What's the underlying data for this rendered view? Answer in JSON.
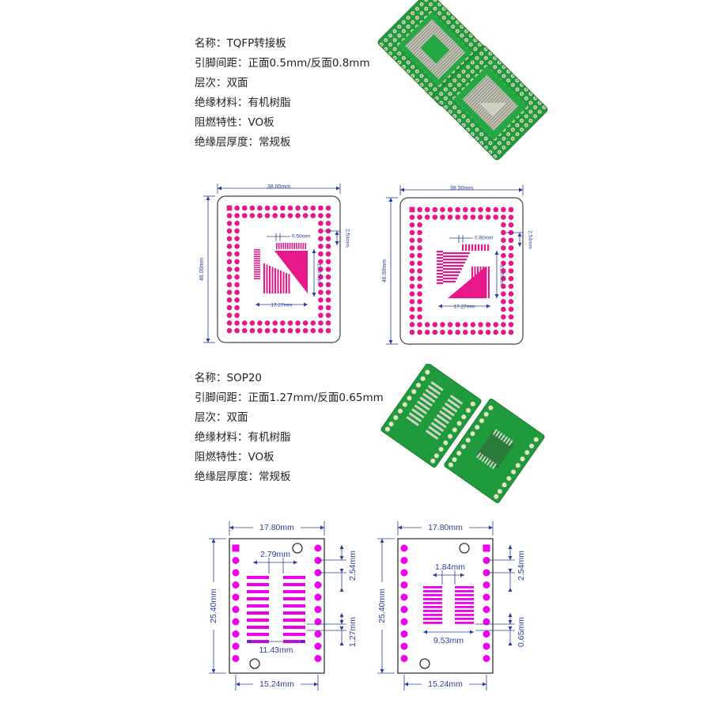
{
  "tqfp": {
    "specs": [
      {
        "label": "名称",
        "value": "TQFP转接板"
      },
      {
        "label": "引脚间距",
        "value": "正面0.5mm/反面0.8mm"
      },
      {
        "label": "层次",
        "value": "双面"
      },
      {
        "label": "绝缘材料",
        "value": "有机树脂"
      },
      {
        "label": "阻燃特性",
        "value": "VO板"
      },
      {
        "label": "绝缘层厚度",
        "value": "常规板"
      }
    ],
    "drawing_left": {
      "width": "38.00mm",
      "height": "46.00mm",
      "pitch": "0.50mm",
      "row_pitch": "2.54mm",
      "pad_span_v": "15.37mm",
      "pad_span_h": "17.27mm"
    },
    "drawing_right": {
      "width": "38.30mm",
      "height": "46.00mm",
      "pitch": "0.80mm",
      "row_pitch": "2.54mm",
      "pad_span_v": "15.37mm",
      "pad_span_h": "17.27mm"
    }
  },
  "sop": {
    "specs": [
      {
        "label": "名称",
        "value": "SOP20"
      },
      {
        "label": "引脚间距",
        "value": "正面1.27mm/反面0.65mm"
      },
      {
        "label": "层次",
        "value": "双面"
      },
      {
        "label": "绝缘材料",
        "value": "有机树脂"
      },
      {
        "label": "阻燃特性",
        "value": "VO板"
      },
      {
        "label": "绝缘层厚度",
        "value": "常规板"
      }
    ],
    "drawing_left": {
      "width": "17.80mm",
      "height": "25.40mm",
      "pad_gap": "2.79mm",
      "row_pitch": "2.54mm",
      "pitch": "1.27mm",
      "pad_span": "11.43mm",
      "header_span": "15.24mm"
    },
    "drawing_right": {
      "width": "17.80mm",
      "height": "25.40mm",
      "pad_gap": "1.84mm",
      "row_pitch": "2.54mm",
      "pitch": "0.65mm",
      "pad_span": "9.53mm",
      "header_span": "15.24mm"
    }
  },
  "colors": {
    "pcb_green": "#1f9a3c",
    "pad_magenta": "#e8178a",
    "sop_pin_magenta": "#ee00ee",
    "dim_blue": "#2a3d9c"
  }
}
